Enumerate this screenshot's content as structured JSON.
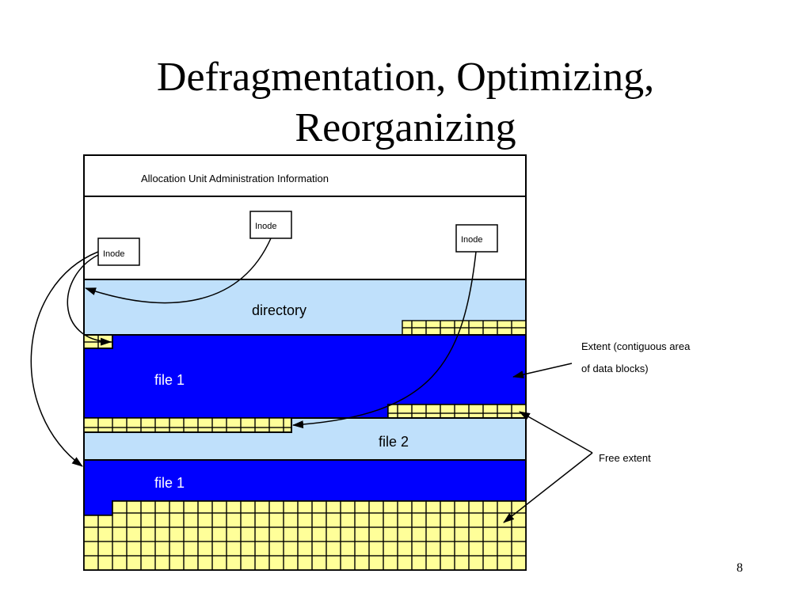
{
  "slide": {
    "title_line1": "Defragmentation, Optimizing,",
    "title_line2": "Reorganizing",
    "page_number": "8"
  },
  "diagram": {
    "header": "Allocation Unit Administration Information",
    "inodes": [
      "Inode",
      "Inode",
      "Inode"
    ],
    "regions": {
      "directory": "directory",
      "file1_top": "file 1",
      "file2": "file 2",
      "file1_bottom": "file 1"
    },
    "annotations": {
      "extent_line1": "Extent (contiguous area",
      "extent_line2": "of data blocks)",
      "free_extent": "Free extent"
    },
    "colors": {
      "light_blue": "#bfe0fb",
      "dark_blue": "#0000ff",
      "free_yellow": "#ffff99"
    }
  }
}
